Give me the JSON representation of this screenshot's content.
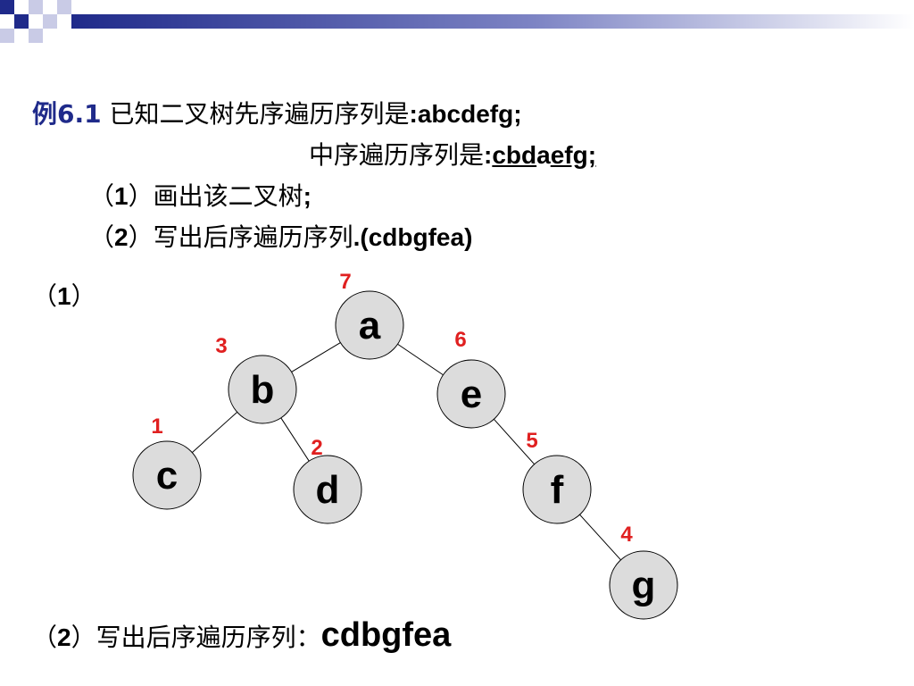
{
  "problem": {
    "label": "例6.1",
    "text": "已知二叉树先序遍历序列是",
    "preorder": ":abcdefg;",
    "inorder_label": "中序遍历序列是",
    "inorder_sep": ":",
    "inorder_cbd": "cbd",
    "inorder_a": "a",
    "inorder_efg": "efg;",
    "task1_open": "（",
    "task1_num": "1",
    "task1_text": "）画出该二叉树",
    "task1_end": ";",
    "task2_open": "（",
    "task2_num": "2",
    "task2_text": "）写出后序遍历序列",
    "task2_ans": ".(cdbgfea)"
  },
  "part1_label": {
    "open": "（",
    "num": "1",
    "close": "）"
  },
  "tree": {
    "node_fill": "#dcdcdc",
    "number_color": "#e02020",
    "nodes": [
      {
        "id": "a",
        "label": "a",
        "order": "7"
      },
      {
        "id": "b",
        "label": "b",
        "order": "3"
      },
      {
        "id": "e",
        "label": "e",
        "order": "6"
      },
      {
        "id": "c",
        "label": "c",
        "order": "1"
      },
      {
        "id": "d",
        "label": "d",
        "order": "2"
      },
      {
        "id": "f",
        "label": "f",
        "order": "5"
      },
      {
        "id": "g",
        "label": "g",
        "order": "4"
      }
    ],
    "edges": [
      [
        "a",
        "b"
      ],
      [
        "a",
        "e"
      ],
      [
        "b",
        "c"
      ],
      [
        "b",
        "d"
      ],
      [
        "e",
        "f"
      ],
      [
        "f",
        "g"
      ]
    ]
  },
  "part2": {
    "open": "（",
    "num": "2",
    "text": "）写出后序遍历序列：",
    "answer": "cdbgfea"
  }
}
